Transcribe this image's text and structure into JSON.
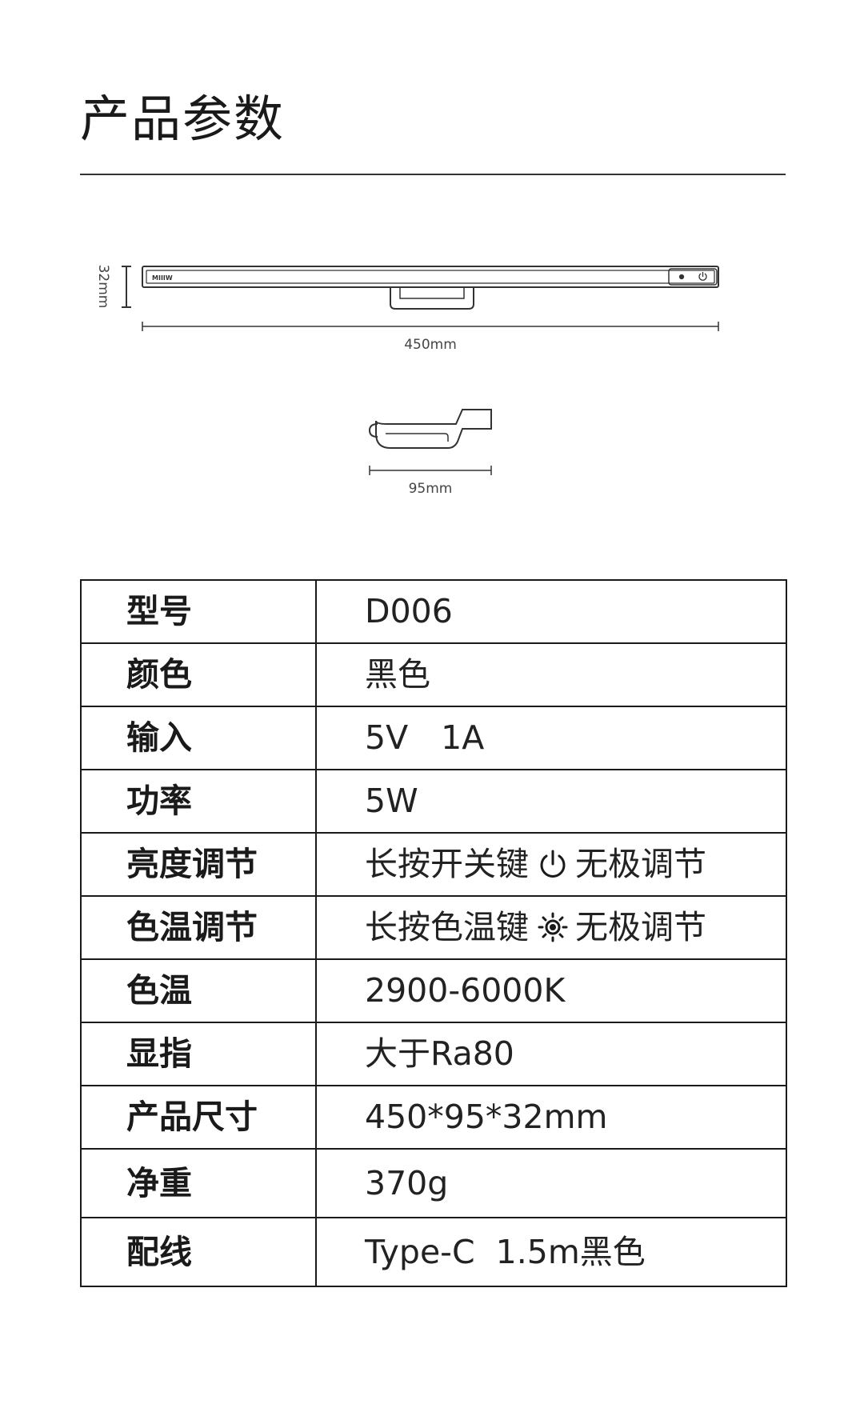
{
  "page": {
    "title": "产品参数"
  },
  "diagram": {
    "height_label": "32mm",
    "length_label": "450mm",
    "depth_label": "95mm",
    "brand_mark": "MIIIW"
  },
  "specs": {
    "rows": [
      {
        "key": "型号",
        "value": "D006"
      },
      {
        "key": "颜色",
        "value": "黑色"
      },
      {
        "key": "输入",
        "value": "5V　1A"
      },
      {
        "key": "功率",
        "value": "5W"
      },
      {
        "key": "亮度调节",
        "value_before": "长按开关键",
        "icon": "power-icon",
        "value_after": "无极调节"
      },
      {
        "key": "色温调节",
        "value_before": "长按色温键",
        "icon": "sun-icon",
        "value_after": "无极调节"
      },
      {
        "key": "色温",
        "value": "2900-6000K"
      },
      {
        "key": "显指",
        "value": "大于Ra80"
      },
      {
        "key": "产品尺寸",
        "value": "450*95*32mm"
      },
      {
        "key": "净重",
        "value": "370g"
      },
      {
        "key": "配线",
        "value": "Type-C  1.5m黑色"
      }
    ]
  }
}
